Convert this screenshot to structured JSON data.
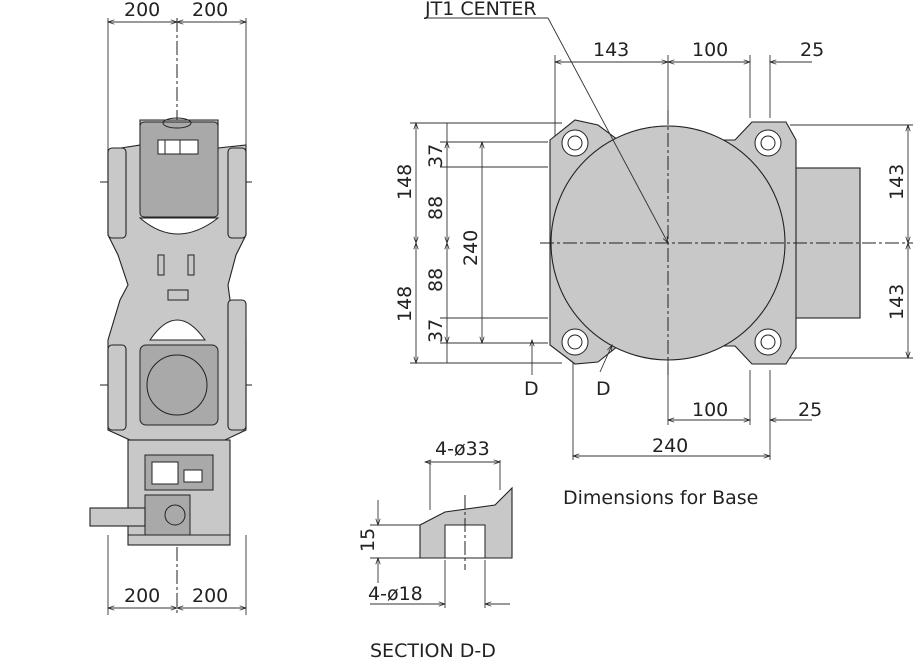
{
  "labels": {
    "jt1_center": "JT1 CENTER",
    "dimensions_for_base": "Dimensions for Base",
    "section_dd": "SECTION D-D",
    "section_marker_left": "D",
    "section_marker_right": "D"
  },
  "robot_dims": {
    "top_left": "200",
    "top_right": "200",
    "bottom_left": "200",
    "bottom_right": "200"
  },
  "base_dims": {
    "top_143": "143",
    "top_100": "100",
    "top_25": "25",
    "left_148_top": "148",
    "left_148_bottom": "148",
    "left_37_top": "37",
    "left_88_top": "88",
    "left_88_bottom": "88",
    "left_37_bottom": "37",
    "left_240": "240",
    "right_143_top": "143",
    "right_143_bottom": "143",
    "bottom_100": "100",
    "bottom_25": "25",
    "bottom_240": "240"
  },
  "section_dims": {
    "holes_33": "4-ø33",
    "depth_15": "15",
    "holes_18": "4-ø18"
  }
}
